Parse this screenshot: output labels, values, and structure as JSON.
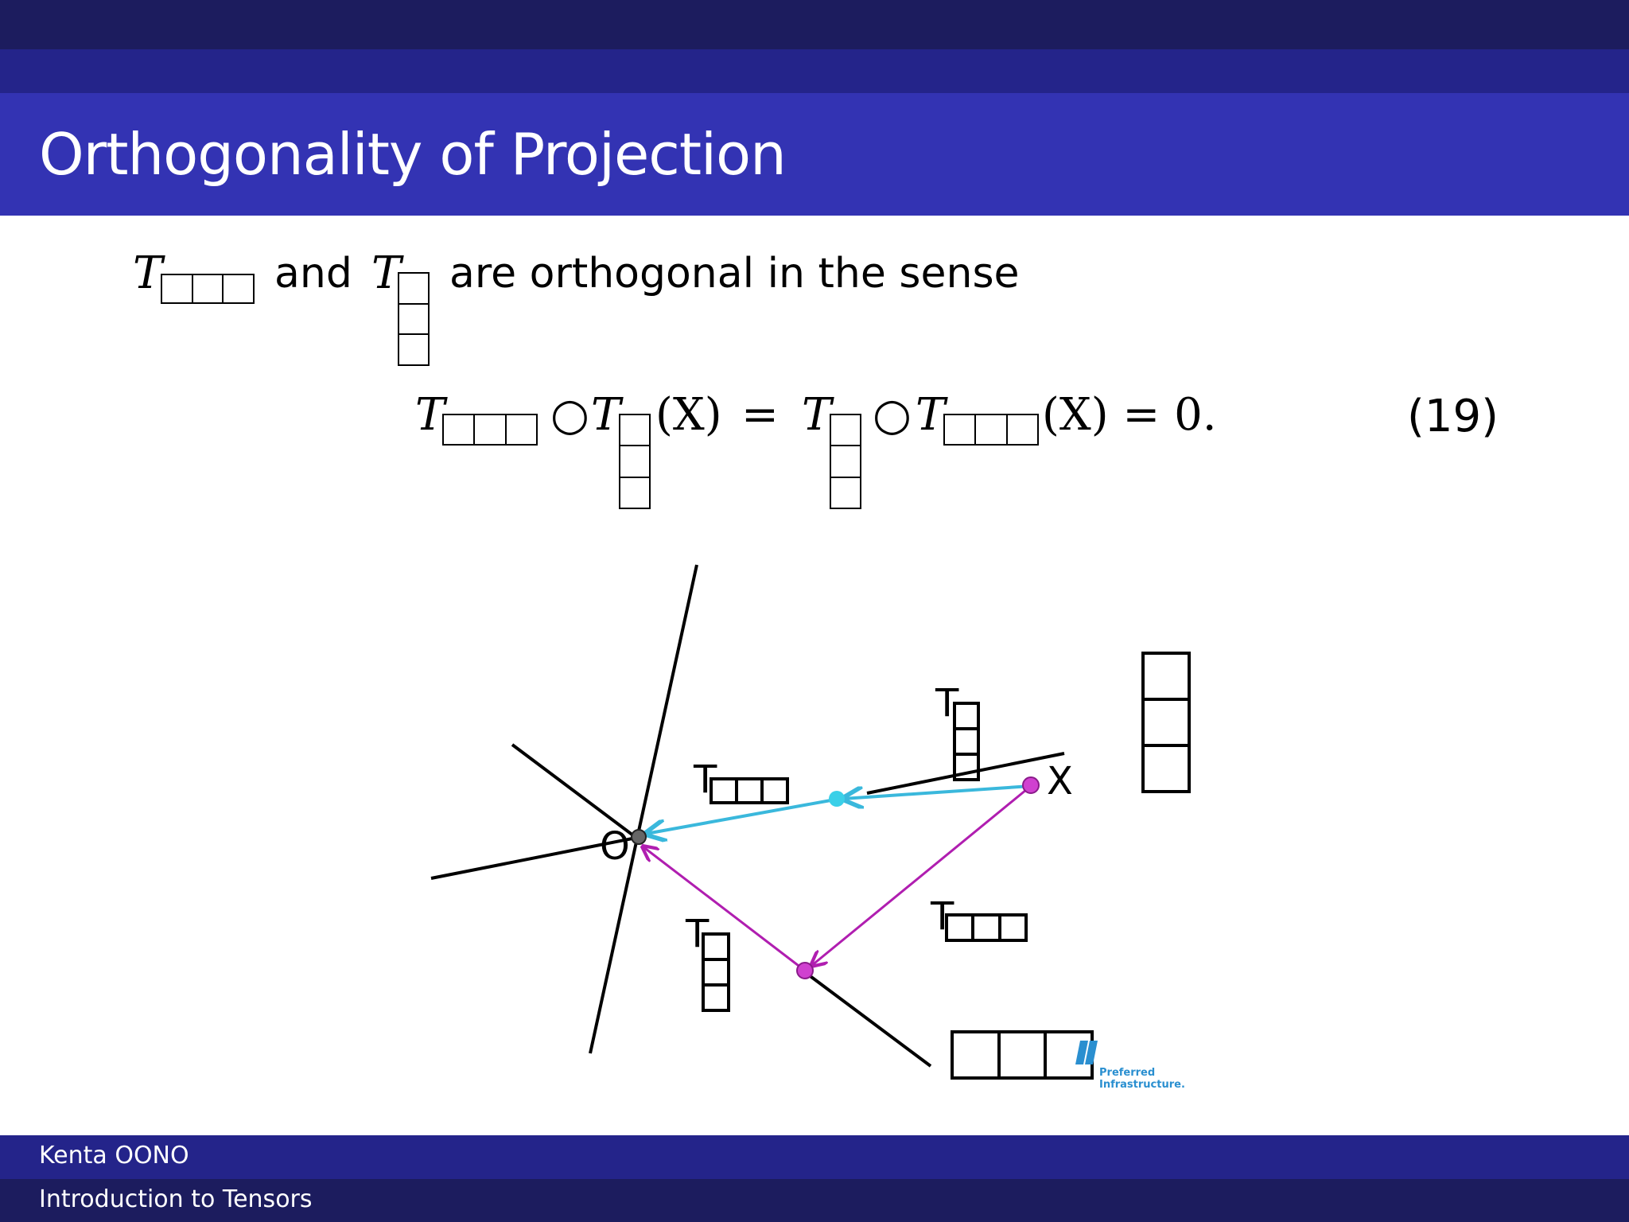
{
  "header": {
    "title": "Orthogonality of Projection"
  },
  "statement": {
    "symbol": "T",
    "word_and": "and",
    "rest": "are orthogonal in the sense"
  },
  "equation": {
    "symbol": "T",
    "compose": "○",
    "arg": "(X)",
    "equals": "=",
    "tail": "(X) = 0.",
    "number": "(19)"
  },
  "figure": {
    "origin_label": "O",
    "point_label": "X",
    "projector_label": "T",
    "logo_line1": "Preferred",
    "logo_line2": "Infrastructure.",
    "colors": {
      "cyan_path": "#3ab8dc",
      "magenta_path": "#b01eb0",
      "lines": "#000000"
    }
  },
  "footer": {
    "author": "Kenta OONO",
    "talk_title": "Introduction to Tensors"
  }
}
